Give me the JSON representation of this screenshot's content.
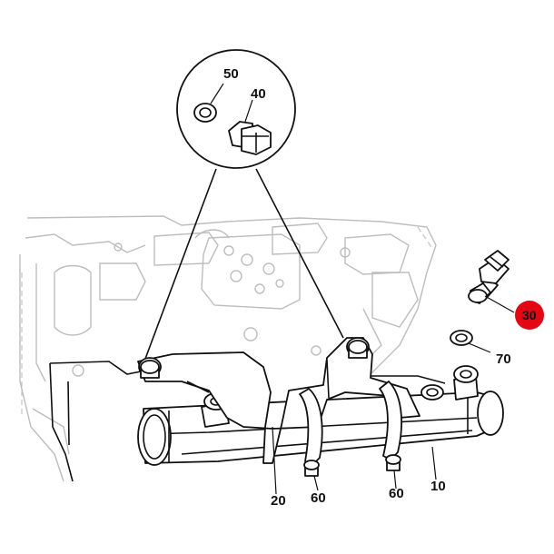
{
  "callouts": {
    "c10": "10",
    "c20": "20",
    "c30": "30",
    "c40": "40",
    "c50": "50",
    "c60a": "60",
    "c60b": "60",
    "c70": "70"
  },
  "highlight": {
    "callout": "30",
    "color": "#e30613"
  }
}
